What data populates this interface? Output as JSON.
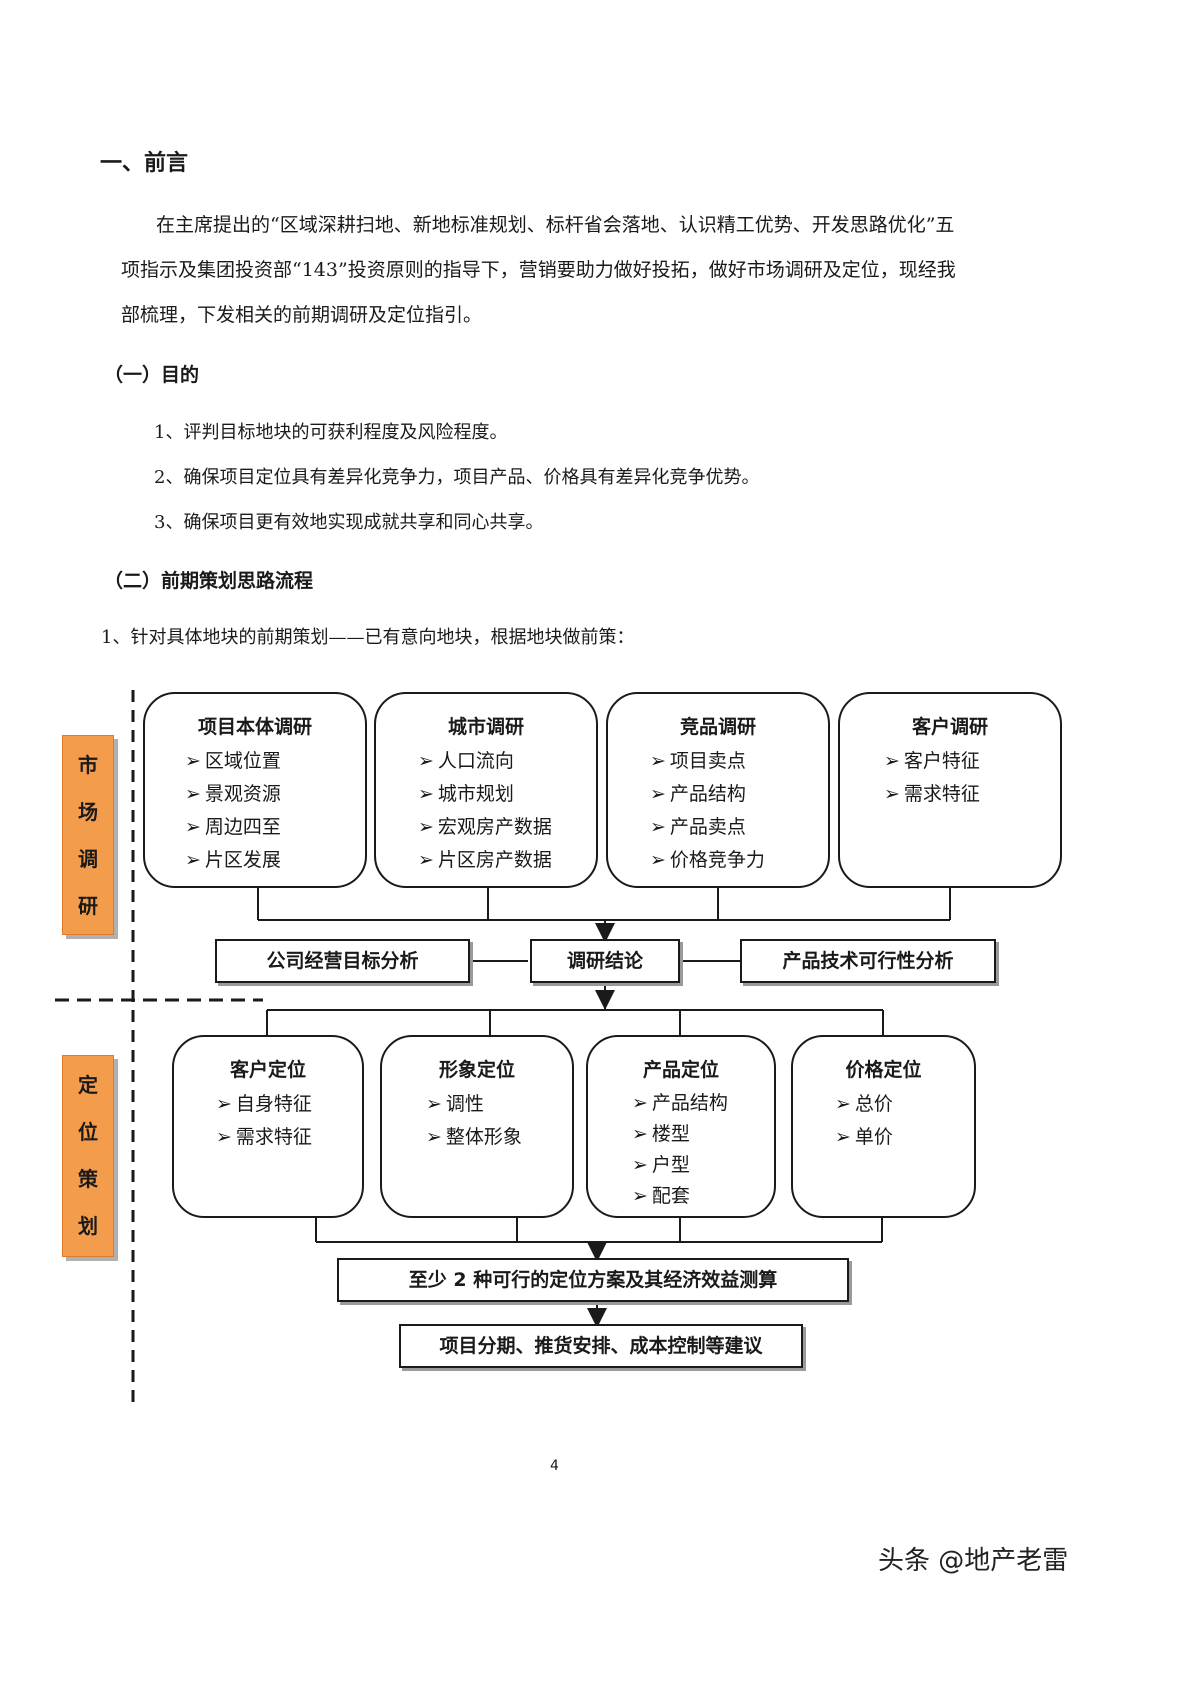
{
  "section_title": "一、前言",
  "intro": {
    "line1": "在主席提出的“区域深耕扫地、新地标准规划、标杆省会落地、认识精工优势、开发思路优化”五",
    "line2": "项指示及集团投资部“143”投资原则的指导下，营销要助力做好投拓，做好市场调研及定位，现经我",
    "line3": "部梳理，下发相关的前期调研及定位指引。"
  },
  "purpose": {
    "heading": "（一）目的",
    "items": [
      "1、评判目标地块的可获利程度及风险程度。",
      "2、确保项目定位具有差异化竞争力，项目产品、价格具有差异化竞争优势。",
      "3、确保项目更有效地实现成就共享和同心共享。"
    ]
  },
  "process": {
    "heading": "（二）前期策划思路流程",
    "line": "1、针对具体地块的前期策划——已有意向地块，根据地块做前策："
  },
  "diagram": {
    "side_labels": {
      "market": [
        "市",
        "场",
        "调",
        "研"
      ],
      "position": [
        "定",
        "位",
        "策",
        "划"
      ]
    },
    "research_boxes": [
      {
        "title": "项目本体调研",
        "items": [
          "区域位置",
          "景观资源",
          "周边四至",
          "片区发展"
        ]
      },
      {
        "title": "城市调研",
        "items": [
          "人口流向",
          "城市规划",
          "宏观房产数据",
          "片区房产数据"
        ]
      },
      {
        "title": "竞品调研",
        "items": [
          "项目卖点",
          "产品结构",
          "产品卖点",
          "价格竞争力"
        ]
      },
      {
        "title": "客户调研",
        "items": [
          "客户特征",
          "需求特征"
        ]
      }
    ],
    "middle": {
      "left": "公司经营目标分析",
      "center": "调研结论",
      "right": "产品技术可行性分析"
    },
    "position_boxes": [
      {
        "title": "客户定位",
        "items": [
          "自身特征",
          "需求特征"
        ]
      },
      {
        "title": "形象定位",
        "items": [
          "调性",
          "整体形象"
        ]
      },
      {
        "title": "产品定位",
        "items": [
          "产品结构",
          "楼型",
          "户型",
          "配套"
        ]
      },
      {
        "title": "价格定位",
        "items": [
          "总价",
          "单价"
        ]
      }
    ],
    "result1": "至少 2 种可行的定位方案及其经济效益测算",
    "result2": "项目分期、推货安排、成本控制等建议"
  },
  "page_number": "4",
  "watermark": "头条 @地产老雷"
}
